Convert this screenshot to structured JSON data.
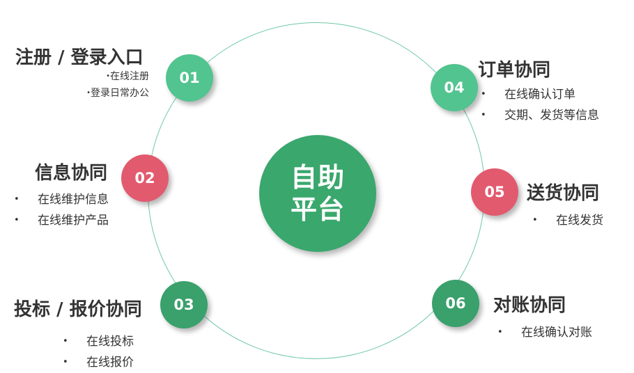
{
  "center": {
    "line1": "自助",
    "line2": "平台"
  },
  "colors": {
    "ring": "#6fc9a4",
    "center": "#3aa76d",
    "light_green": "#52c48f",
    "red": "#e25a6e",
    "dark_green": "#3aa06c",
    "text": "#333333"
  },
  "nodes": [
    {
      "number": "01",
      "title": "注册 / 登录入口",
      "bullets": [
        "在线注册",
        "登录日常办公"
      ]
    },
    {
      "number": "02",
      "title": "信息协同",
      "bullets": [
        "在线维护信息",
        "在线维护产品"
      ]
    },
    {
      "number": "03",
      "title": "投标 / 报价协同",
      "bullets": [
        "在线投标",
        "在线报价"
      ]
    },
    {
      "number": "04",
      "title": "订单协同",
      "bullets": [
        "在线确认订单",
        "交期、发货等信息"
      ]
    },
    {
      "number": "05",
      "title": "送货协同",
      "bullets": [
        "在线发货"
      ]
    },
    {
      "number": "06",
      "title": "对账协同",
      "bullets": [
        "在线确认对账"
      ]
    }
  ],
  "bullet_symbol": "•"
}
